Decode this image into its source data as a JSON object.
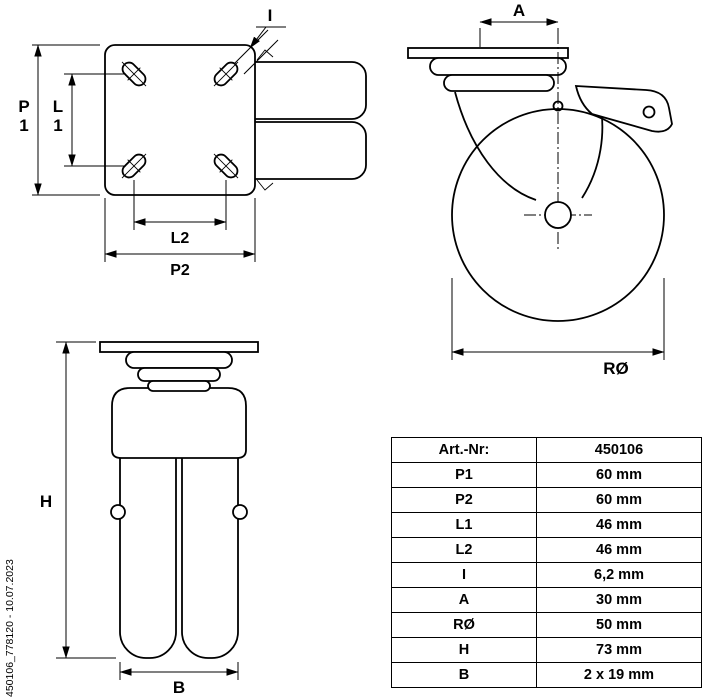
{
  "footer": {
    "doc_id": "450106_778120 - 10.07.2023"
  },
  "dim_labels": {
    "p1_top": "P",
    "p1_bottom": "1",
    "l1_top": "L",
    "l1_bottom": "1",
    "l2": "L2",
    "p2": "P2",
    "i": "I",
    "a": "A",
    "r_dia": "RØ",
    "h": "H",
    "b": "B"
  },
  "table": {
    "header": {
      "label": "Art.-Nr:",
      "value": "450106"
    },
    "rows": [
      {
        "label": "P1",
        "value": "60 mm"
      },
      {
        "label": "P2",
        "value": "60 mm"
      },
      {
        "label": "L1",
        "value": "46 mm"
      },
      {
        "label": "L2",
        "value": "46 mm"
      },
      {
        "label": "I",
        "value": "6,2 mm"
      },
      {
        "label": "A",
        "value": "30 mm"
      },
      {
        "label": "RØ",
        "value": "50 mm"
      },
      {
        "label": "H",
        "value": "73 mm"
      },
      {
        "label": "B",
        "value": "2 x 19 mm"
      }
    ]
  }
}
